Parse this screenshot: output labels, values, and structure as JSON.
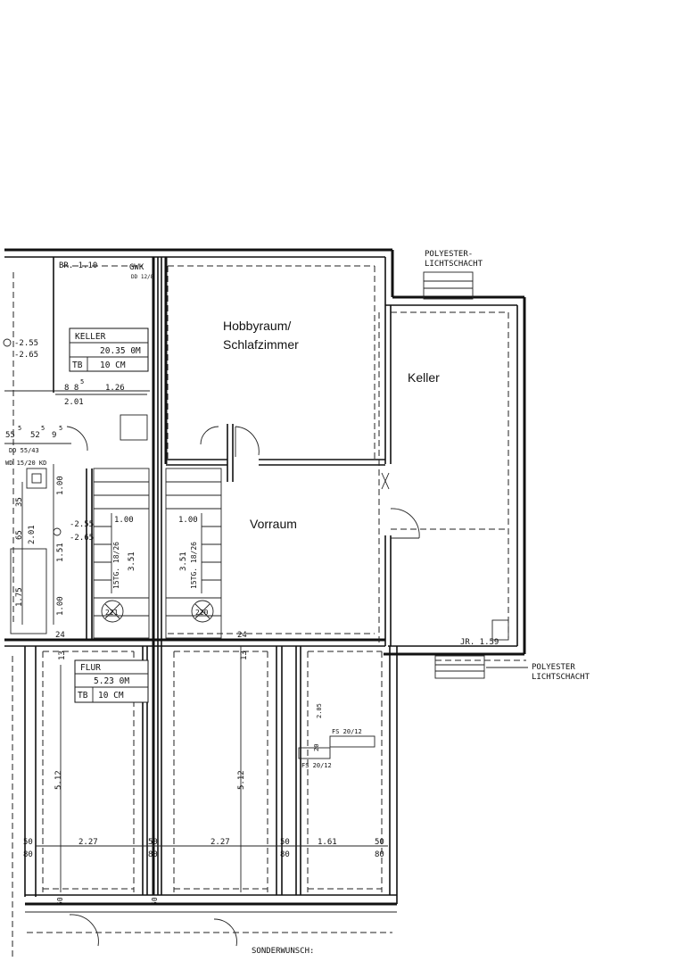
{
  "rooms": {
    "hobbyraum_line1": "Hobbyraum/",
    "hobbyraum_line2": "Schlafzimmer",
    "keller": "Keller",
    "vorraum": "Vorraum"
  },
  "tables": {
    "keller": {
      "name": "KELLER",
      "area": "20.35 0M",
      "tb": "TB",
      "thickness": "10 CM"
    },
    "flur": {
      "name": "FLUR",
      "area": "5.23 0M",
      "tb": "TB",
      "thickness": "10 CM"
    }
  },
  "annotations": {
    "polyester_top_1": "POLYESTER-",
    "polyester_top_2": "LICHTSCHACHT",
    "polyester_bottom_1": "POLYESTER",
    "polyester_bottom_2": "LICHTSCHACHT",
    "br": "BR. 1.10",
    "gwk": "GWK",
    "gwk_sub": "DD 12/8",
    "jr": "JR. 1.59",
    "fs1": "FS 20/12",
    "fs2": "FS 20/12",
    "dd": "DD 55/43",
    "wd": "WD 15/20 KD",
    "sonderwunsch": "SONDERWUNSCH:",
    "level1a": "-2.55",
    "level1b": "-2.65",
    "level2a": "-2.55",
    "level2b": "-2.65",
    "stair1": "15TG. 18/26",
    "stair2": "15TG. 18/26",
    "stair1_dim": "3.51",
    "stair2_dim": "3.51",
    "stair1_num": "221",
    "stair2_num": "220",
    "stair_width1": "1.00",
    "stair_width2": "1.00"
  },
  "dimensions": {
    "d_885": "8 8",
    "d_885_sup": "5",
    "d_126": "1.26",
    "d_201": "2.01",
    "d_55": "55",
    "d_52": "52",
    "d_9": "9",
    "d_5a": "5",
    "d_5b": "5",
    "d_5c": "5",
    "d_100a": "1.00",
    "d_151": "1.51",
    "d_100b": "1.00",
    "d_175": "1.75",
    "d_201v": "2.01",
    "d_65": "65",
    "d_35": "35",
    "d_512a": "5.12",
    "d_512b": "5.12",
    "d_227a": "2.27",
    "d_227b": "2.27",
    "d_161": "1.61",
    "d_50a": "50",
    "d_80a": "80",
    "d_50b": "50",
    "d_80b": "80",
    "d_50c": "50",
    "d_80c": "80",
    "d_50d": "50",
    "d_80d": "80",
    "d_24a": "24",
    "d_13a": "13",
    "d_24b": "24",
    "d_13b": "13",
    "d_205": "2.05",
    "d_20": "20",
    "d_50e": "50",
    "d_50f": "50"
  }
}
